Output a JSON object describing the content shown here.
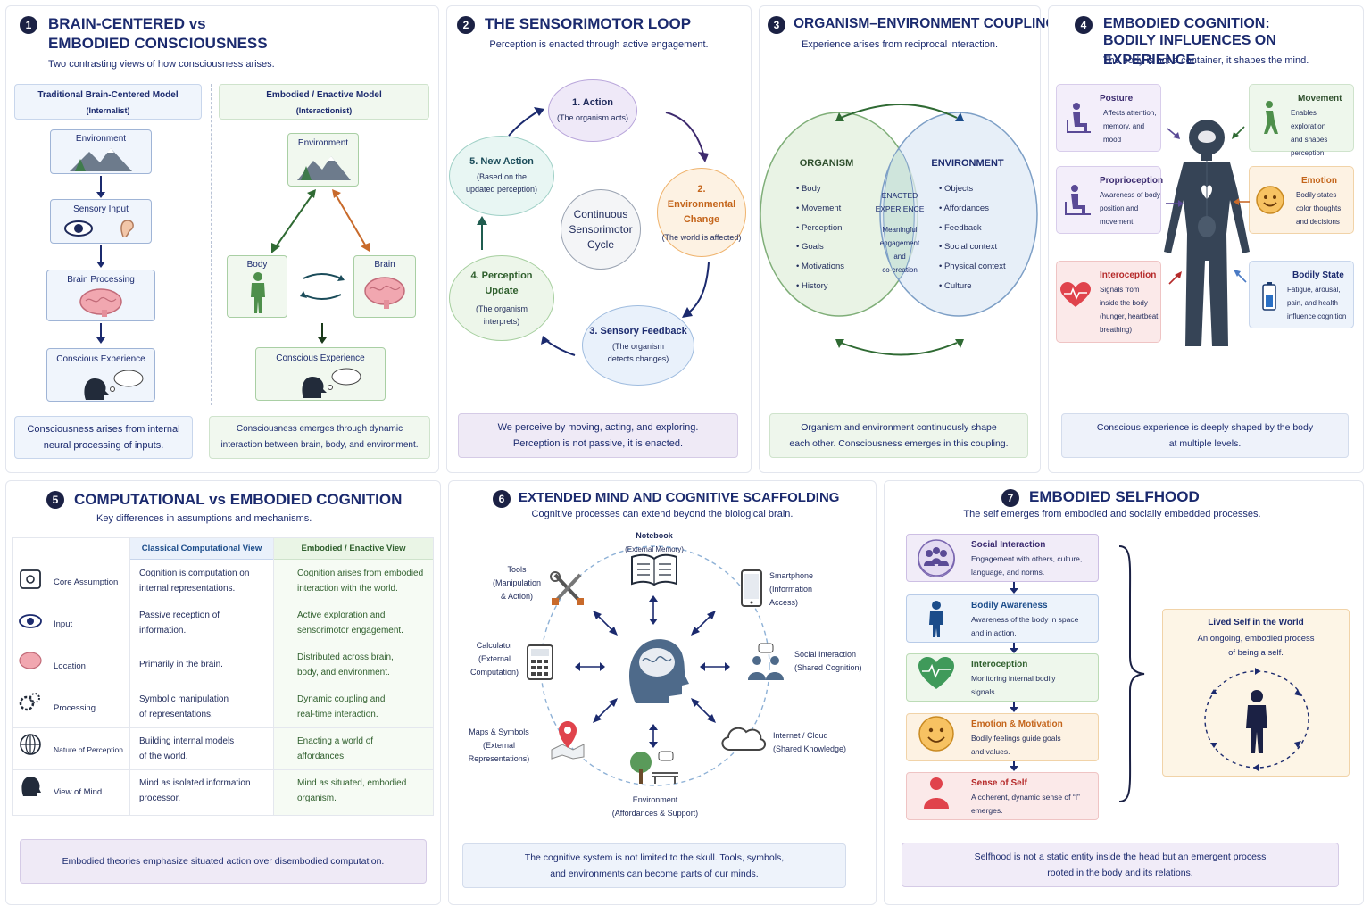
{
  "panel1": {
    "num": "1",
    "title_l1": "BRAIN-CENTERED vs",
    "title_l2": "EMBODIED CONSCIOUSNESS",
    "subtitle": "Two contrasting views of how consciousness arises.",
    "left_header_l1": "Traditional Brain-Centered Model",
    "left_header_l2": "(Internalist)",
    "right_header_l1": "Embodied / Enactive Model",
    "right_header_l2": "(Interactionist)",
    "left_env": "Environment",
    "left_sensory": "Sensory Input",
    "left_brain": "Brain Processing",
    "left_conscious": "Conscious Experience",
    "right_env": "Environment",
    "right_body": "Body",
    "right_brain": "Brain",
    "right_conscious": "Conscious Experience",
    "left_note_l1": "Consciousness arises from internal",
    "left_note_l2": "neural processing of inputs.",
    "right_note_l1": "Consciousness emerges through dynamic",
    "right_note_l2": "interaction between brain, body, and environment."
  },
  "panel2": {
    "num": "2",
    "title": "THE SENSORIMOTOR LOOP",
    "subtitle": "Perception is enacted through active engagement.",
    "center_l1": "Continuous",
    "center_l2": "Sensorimotor",
    "center_l3": "Cycle",
    "nodes": [
      {
        "title": "1. Action",
        "desc": "(The organism acts)"
      },
      {
        "title": "2. Environmental Change",
        "desc": "(The world is affected)"
      },
      {
        "title": "3. Sensory Feedback",
        "desc": "(The organism detects changes)"
      },
      {
        "title": "4. Perception Update",
        "desc": "(The organism interprets)"
      },
      {
        "title": "5. New Action",
        "desc": "(Based on the updated perception)"
      }
    ],
    "note_l1": "We perceive by moving, acting, and exploring.",
    "note_l2": "Perception is not passive, it is enacted."
  },
  "panel3": {
    "num": "3",
    "title": "ORGANISM–ENVIRONMENT COUPLING",
    "subtitle": "Experience arises from reciprocal interaction.",
    "organism_title": "ORGANISM",
    "organism_items": [
      "• Body",
      "• Movement",
      "• Perception",
      "• Goals",
      "• Motivations",
      "• History"
    ],
    "environment_title": "ENVIRONMENT",
    "environment_items": [
      "• Objects",
      "• Affordances",
      "• Feedback",
      "• Social context",
      "• Physical context",
      "• Culture"
    ],
    "overlap_l1": "ENACTED",
    "overlap_l2": "EXPERIENCE",
    "overlap_d1": "Meaningful",
    "overlap_d2": "engagement",
    "overlap_d3": "and",
    "overlap_d4": "co-creation",
    "note_l1": "Organism and environment continuously shape",
    "note_l2": "each other. Consciousness emerges in this coupling."
  },
  "panel4": {
    "num": "4",
    "title_l1": "EMBODIED COGNITION:",
    "title_l2": "BODILY INFLUENCES ON EXPERIENCE",
    "subtitle": "The body is not a container, it shapes the mind.",
    "cards": [
      {
        "title": "Posture",
        "desc": [
          "Affects attention,",
          "memory, and",
          "mood"
        ]
      },
      {
        "title": "Movement",
        "desc": [
          "Enables exploration",
          "and shapes",
          "perception"
        ]
      },
      {
        "title": "Proprioception",
        "desc": [
          "Awareness of body",
          "position and",
          "movement"
        ]
      },
      {
        "title": "Emotion",
        "desc": [
          "Bodily states",
          "color thoughts",
          "and decisions"
        ]
      },
      {
        "title": "Interoception",
        "desc": [
          "Signals from",
          "inside the body",
          "(hunger, heartbeat,",
          "breathing)"
        ]
      },
      {
        "title": "Bodily State",
        "desc": [
          "Fatigue, arousal,",
          "pain, and health",
          "influence cognition"
        ]
      }
    ],
    "note_l1": "Conscious experience is deeply shaped by the body",
    "note_l2": "at multiple levels."
  },
  "panel5": {
    "num": "5",
    "title": "COMPUTATIONAL vs EMBODIED COGNITION",
    "subtitle": "Key differences in assumptions and mechanisms.",
    "col_classical": "Classical Computational View",
    "col_embodied": "Embodied / Enactive View",
    "rows": [
      {
        "label": "Core Assumption",
        "c1": "Cognition is computation on",
        "c2": "internal representations.",
        "e1": "Cognition arises from embodied",
        "e2": "interaction with the world."
      },
      {
        "label": "Input",
        "c1": "Passive reception of",
        "c2": "information.",
        "e1": "Active exploration and",
        "e2": "sensorimotor engagement."
      },
      {
        "label": "Location",
        "c1": "Primarily in the brain.",
        "c2": "",
        "e1": "Distributed across brain,",
        "e2": "body, and environment."
      },
      {
        "label": "Processing",
        "c1": "Symbolic manipulation",
        "c2": "of representations.",
        "e1": "Dynamic coupling and",
        "e2": "real-time interaction."
      },
      {
        "label": "Nature of Perception",
        "c1": "Building internal models",
        "c2": "of the world.",
        "e1": "Enacting a world of",
        "e2": "affordances."
      },
      {
        "label": "View of Mind",
        "c1": "Mind as isolated information",
        "c2": "processor.",
        "e1": "Mind as situated, embodied",
        "e2": "organism."
      }
    ],
    "note": "Embodied theories emphasize situated action over disembodied computation."
  },
  "panel6": {
    "num": "6",
    "title": "EXTENDED MIND AND COGNITIVE SCAFFOLDING",
    "subtitle": "Cognitive processes can extend beyond the biological brain.",
    "notebook": [
      "Notebook",
      "(External Memory)"
    ],
    "tools": [
      "Tools",
      "(Manipulation",
      "& Action)"
    ],
    "smartphone": [
      "Smartphone",
      "(Information",
      "Access)"
    ],
    "calculator": [
      "Calculator",
      "(External",
      "Computation)"
    ],
    "social": [
      "Social Interaction",
      "(Shared Cognition)"
    ],
    "maps": [
      "Maps & Symbols",
      "(External",
      "Representations)"
    ],
    "cloud": [
      "Internet / Cloud",
      "(Shared Knowledge)"
    ],
    "environment": [
      "Environment",
      "(Affordances & Support)"
    ],
    "note_l1": "The cognitive system is not limited to the skull. Tools, symbols,",
    "note_l2": "and environments can become parts of our minds."
  },
  "panel7": {
    "num": "7",
    "title": "EMBODIED SELFHOOD",
    "subtitle": "The self emerges from embodied and socially embedded processes.",
    "items": [
      {
        "title": "Social Interaction",
        "desc": [
          "Engagement with others, culture,",
          "language, and norms."
        ]
      },
      {
        "title": "Bodily Awareness",
        "desc": [
          "Awareness of the body in space",
          "and in action."
        ]
      },
      {
        "title": "Interoception",
        "desc": [
          "Monitoring internal bodily",
          "signals."
        ]
      },
      {
        "title": "Emotion & Motivation",
        "desc": [
          "Bodily feelings guide goals",
          "and values."
        ]
      },
      {
        "title": "Sense of Self",
        "desc": [
          "A coherent, dynamic sense of “I”",
          "emerges."
        ]
      }
    ],
    "lived_title": "Lived Self in the World",
    "lived_l1": "An ongoing, embodied process",
    "lived_l2": "of being a self.",
    "note_l1": "Selfhood is not a static entity inside the head but an emergent process",
    "note_l2": "rooted in the body and its relations."
  },
  "colors": {
    "navy": "#1b2a6e",
    "blue_box": "#f0f5fc",
    "green_box": "#f1f8ef",
    "purple": "#ece6f6",
    "orange": "#fdf1df",
    "red": "#fbe8e8"
  }
}
